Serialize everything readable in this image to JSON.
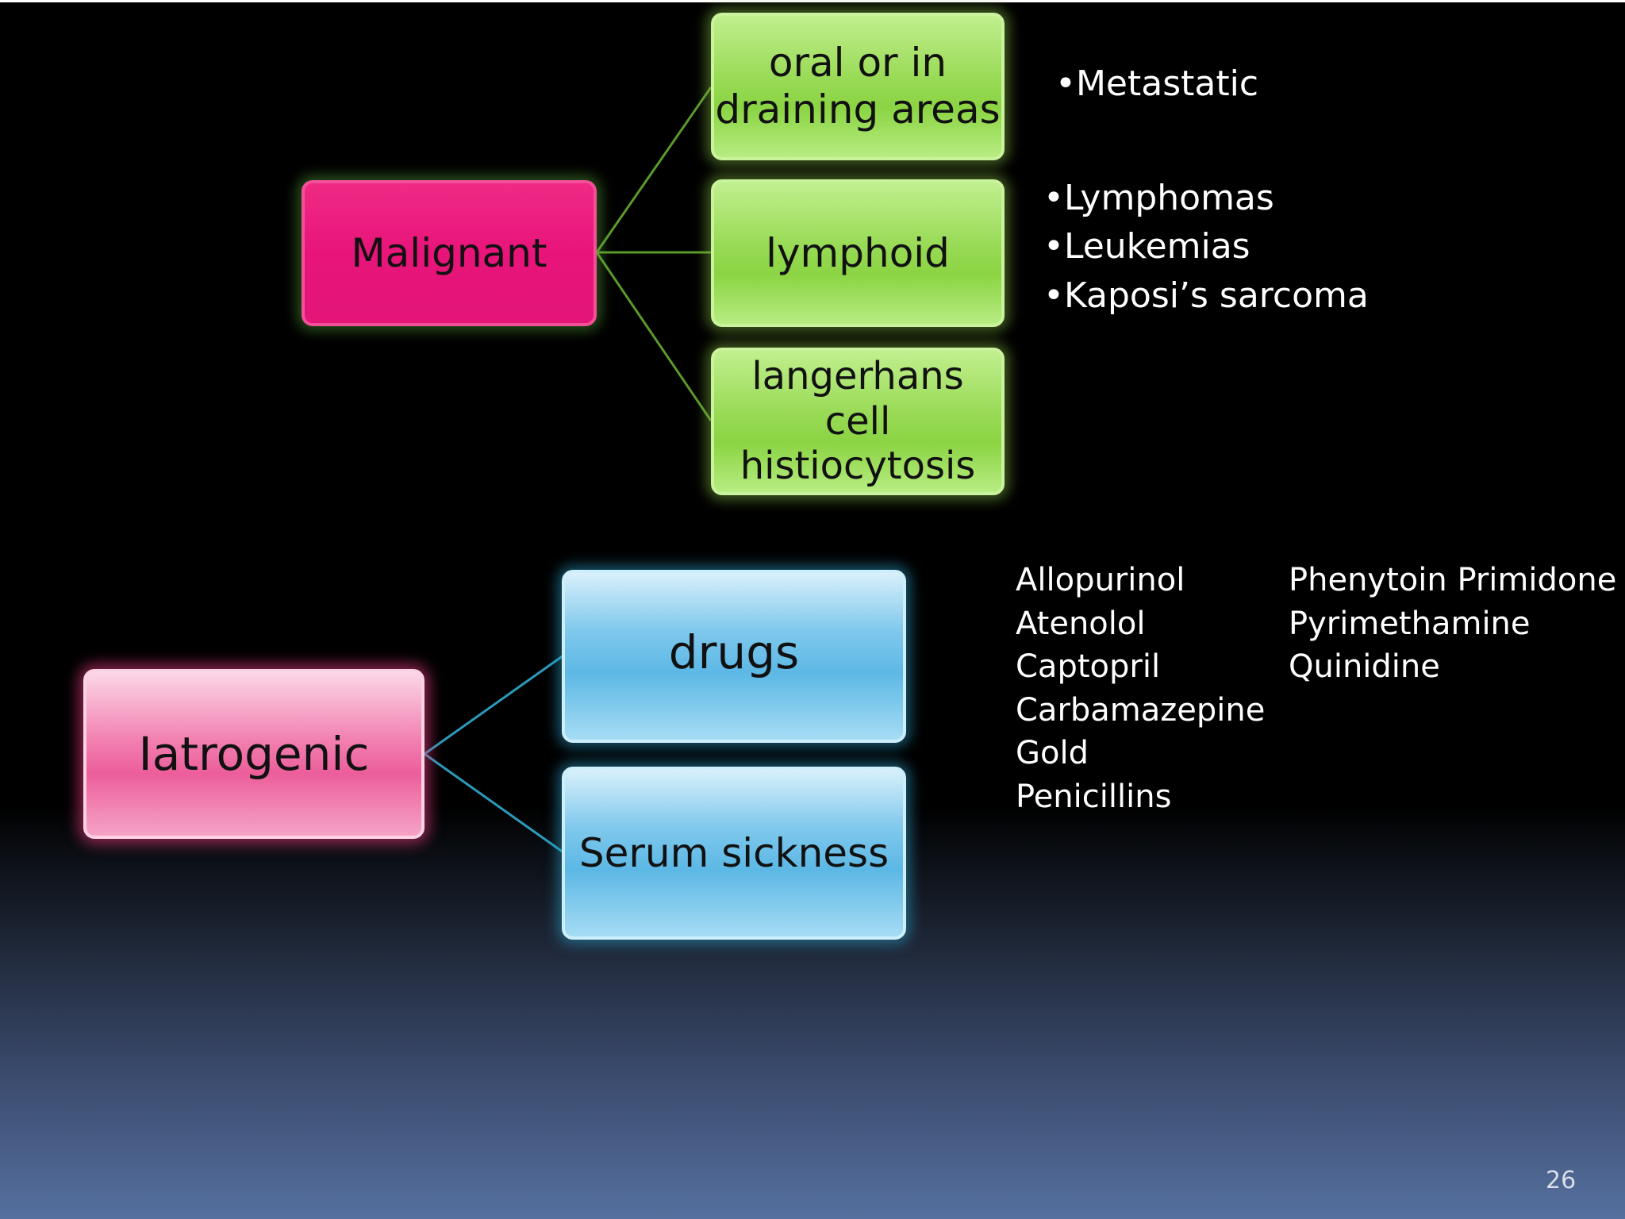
{
  "diagram": {
    "malignant": {
      "label": "Malignant",
      "children": [
        {
          "label": "oral or in\ndraining areas",
          "notes": [
            "•Metastatic"
          ]
        },
        {
          "label": "lymphoid",
          "notes": [
            "•Lymphomas",
            "•Leukemias",
            "•Kaposi’s sarcoma"
          ]
        },
        {
          "label": "langerhans cell\nhistiocytosis",
          "notes": []
        }
      ]
    },
    "iatrogenic": {
      "label": "Iatrogenic",
      "children": [
        {
          "label": "drugs"
        },
        {
          "label": "Serum sickness"
        }
      ]
    }
  },
  "drug_list": {
    "column1": [
      "Allopurinol",
      "Atenolol",
      "Captopril",
      "Carbamazepine",
      "Gold",
      "Penicillins"
    ],
    "column2": [
      "Phenytoin Primidone",
      "Pyrimethamine",
      "Quinidine"
    ]
  },
  "slide": {
    "page_number": "26"
  },
  "colors": {
    "green_node": "#98da55",
    "malignant_node": "#e8147a",
    "iatrogenic_node": "#f27fb0",
    "blue_node": "#5cb8e5",
    "green_connector": "#5a9a2a",
    "blue_connector": "#2a9ab8"
  }
}
